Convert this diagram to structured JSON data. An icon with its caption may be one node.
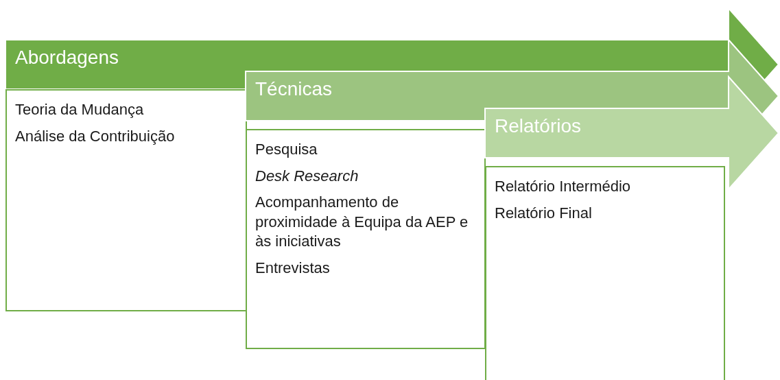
{
  "diagram": {
    "nodes": [
      {
        "text": [
          "Abordagens"
        ]
      },
      {
        "text": [
          "Teoria da Mudança",
          "Análise da Contribuição"
        ]
      },
      {
        "text": [
          "Técnicas"
        ]
      },
      {
        "text": [
          "Pesquisa",
          "*Desk Research*",
          "Acompanhamento de proximidade à Equipa da AEP e às iniciativas",
          "Entrevistas"
        ]
      },
      {
        "text": [
          "Relatórios"
        ]
      },
      {
        "text": [
          "Relatório Intermédio",
          "Relatório Final"
        ]
      }
    ]
  }
}
